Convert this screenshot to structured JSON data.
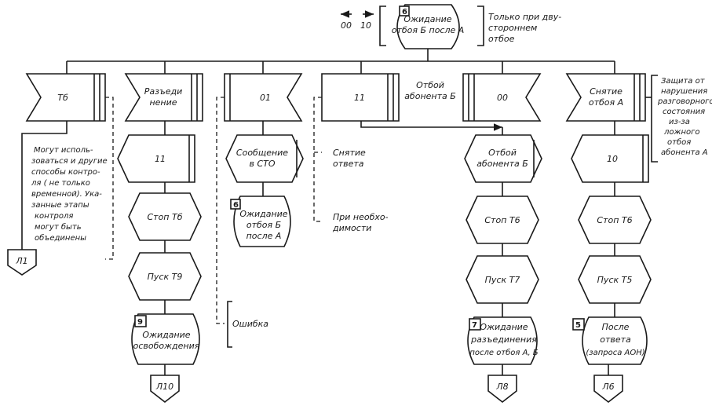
{
  "top": {
    "arrow_left_label": "00",
    "arrow_right_label": "10",
    "state_num": "6",
    "state_lines": [
      "Ожидание",
      "отбоя Б после А"
    ],
    "note_lines": [
      "Только при дву-",
      "стороннем",
      "отбое"
    ]
  },
  "col1": {
    "signal": "Тб",
    "note_lines": [
      "Могут исполь-",
      "зоваться и другие",
      "способы контро-",
      "ля ( не только",
      "временной). Ука-",
      "занные этапы",
      "контроля",
      "могут быть",
      "объединены"
    ],
    "connector": "Л1"
  },
  "col2": {
    "signal_lines": [
      "Разъеди",
      "нение"
    ],
    "step1": "11",
    "step2": "Стоп Тб",
    "step3": "Пуск Т9",
    "state_num": "9",
    "state_lines": [
      "Ожидание",
      "освобождения"
    ],
    "connector": "Л10"
  },
  "col3": {
    "signal": "01",
    "step1_lines": [
      "Сообщение",
      "в СТО"
    ],
    "state_num": "6",
    "state_lines": [
      "Ожидание",
      "отбоя Б",
      "после А"
    ],
    "note": "Ошибка"
  },
  "col4": {
    "signal": "11",
    "side_label_lines": [
      "Отбой",
      "абонента Б"
    ],
    "note1_lines": [
      "Снятие",
      "ответа"
    ],
    "note2_lines": [
      "При необхо-",
      "димости"
    ]
  },
  "col5": {
    "signal": "00",
    "step1_lines": [
      "Отбой",
      "абонента Б"
    ],
    "step2": "Стоп Т6",
    "step3": "Пуск Т7",
    "state_num": "7",
    "state_lines": [
      "Ожидание",
      "разъединения",
      "после отбоя А, Б"
    ],
    "connector": "Л8"
  },
  "col6": {
    "signal_lines": [
      "Снятие",
      "отбоя А"
    ],
    "step1": "10",
    "step2": "Стоп Т6",
    "step3": "Пуск Т5",
    "state_num": "5",
    "state_lines": [
      "После",
      "ответа",
      "(запроса АОН)"
    ],
    "connector": "Л6",
    "note_lines": [
      "Защита от",
      "нарушения",
      "разговорного",
      "состояния",
      "из-за",
      "ложного",
      "отбоя",
      "абонента А"
    ]
  }
}
